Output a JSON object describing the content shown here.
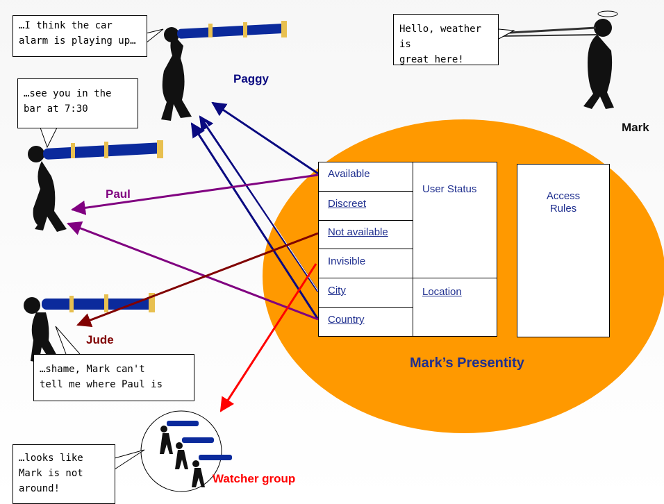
{
  "bubbles": {
    "paggy": "…I think the car\nalarm is playing up…",
    "mark": "Hello, weather is\ngreat here!",
    "paul": "…see you in the\nbar at 7:30",
    "jude": "…shame, Mark can't\ntell me where Paul is",
    "watcher": "…looks like\nMark is not\naround!"
  },
  "names": {
    "paggy": "Paggy",
    "mark": "Mark",
    "paul": "Paul",
    "jude": "Jude",
    "watcher": "Watcher group"
  },
  "presentity": {
    "title": "Mark’s Presentity",
    "status_items": [
      "Available",
      "Discreet",
      "Not available",
      "Invisible"
    ],
    "location_items": [
      "City",
      "Country"
    ],
    "user_status_label": "User Status",
    "location_label": "Location",
    "access_rules_label": "Access\nRules"
  },
  "colors": {
    "ellipse": "#ff9900",
    "paggy_arrow": "#0a0a80",
    "paul_arrow": "#800080",
    "jude_arrow": "#800000",
    "watcher_arrow": "#ff0000",
    "label_blue": "#1f2f8f",
    "telescope": "#0b2a9c"
  }
}
